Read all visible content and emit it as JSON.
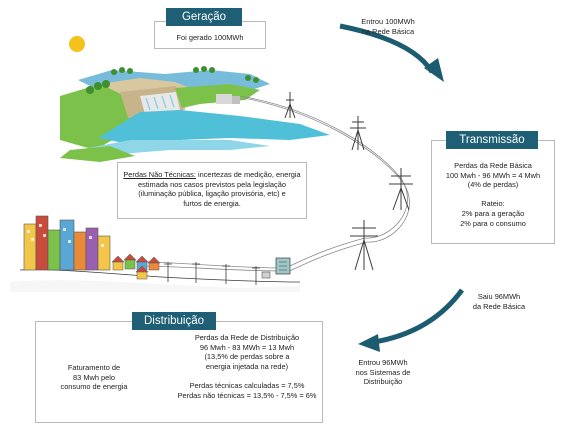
{
  "colors": {
    "accent": "#1f5f75",
    "arrow": "#1d5b70",
    "box_border": "#b9b9b9",
    "water": "#4fc0d8",
    "grass": "#77c043",
    "sun": "#f4c21a"
  },
  "icons": [
    "sun-icon",
    "hydro-dam-icon",
    "transmission-tower-icon",
    "substation-icon",
    "city-buildings-icon",
    "houses-icon",
    "flow-arrow-icon"
  ],
  "geracao": {
    "title": "Geração",
    "text": "Foi gerado 100MWh"
  },
  "flow_labels": {
    "entrou_rede_basica": [
      "Entrou 100MWh",
      "na Rede Básica"
    ],
    "saiu_rede_basica": [
      "Saiu 96MWh",
      "da Rede Básica"
    ],
    "entrou_distribuicao": [
      "Entrou 96MWh",
      "nos Sistemas de",
      "Distribuição"
    ]
  },
  "transmissao": {
    "title": "Transmissão",
    "lines": [
      "Perdas da Rede Básica",
      "100 Mwh - 96 MWh = 4 Mwh",
      "(4% de perdas)",
      "",
      "Rateio:",
      "2%  para a geração",
      "2% para o consumo"
    ]
  },
  "perdas_nao_tecnicas": {
    "label": "Perdas Não Técnicas:",
    "line1_rest": " incertezas de medição, energia",
    "lines": [
      "estimada nos casos previstos pela legislação",
      "(iluminação pública, ligação provisória, etc) e",
      "furtos de energia."
    ]
  },
  "distribuicao": {
    "title": "Distribuição",
    "calc_lines": [
      "Perdas da Rede de Distribuição",
      "96 Mwh - 83 MWh = 13 Mwh",
      "(13,5% de perdas sobre a",
      "energia injetada na rede)",
      "",
      "Perdas técnicas calculadas = 7,5%",
      "Perdas não técnicas = 13,5% - 7,5% = 6%"
    ],
    "faturamento_lines": [
      "Faturamento de",
      "83 Mwh pelo",
      "consumo de energia"
    ]
  }
}
